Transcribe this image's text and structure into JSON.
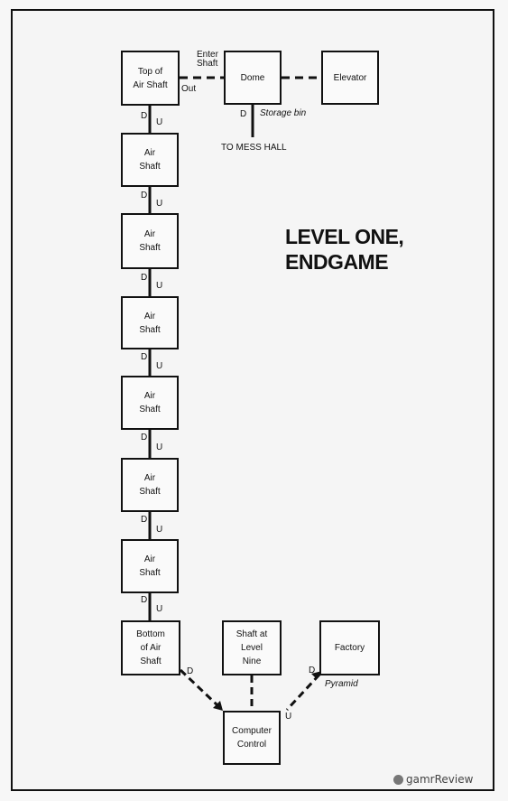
{
  "map": {
    "title_line1": "LEVEL ONE,",
    "title_line2": "ENDGAME",
    "rooms": {
      "top_of_air_shaft": "Top of\nAir Shaft",
      "dome": "Dome",
      "elevator": "Elevator",
      "air_shaft_1": "Air\nShaft",
      "air_shaft_2": "Air\nShaft",
      "air_shaft_3": "Air\nShaft",
      "air_shaft_4": "Air\nShaft",
      "air_shaft_5": "Air\nShaft",
      "air_shaft_6": "Air\nShaft",
      "bottom_of_air_shaft": "Bottom\nof Air\nShaft",
      "shaft_at_level_nine": "Shaft at\nLevel\nNine",
      "factory": "Factory",
      "computer_control": "Computer\nControl"
    },
    "labels": {
      "enter_shaft": "Enter\nShaft",
      "out": "Out",
      "down": "D",
      "up": "U",
      "storage_bin": "Storage bin",
      "to_mess_hall": "TO MESS HALL",
      "pyramid": "Pyramid"
    },
    "watermark": "gamrReview"
  }
}
